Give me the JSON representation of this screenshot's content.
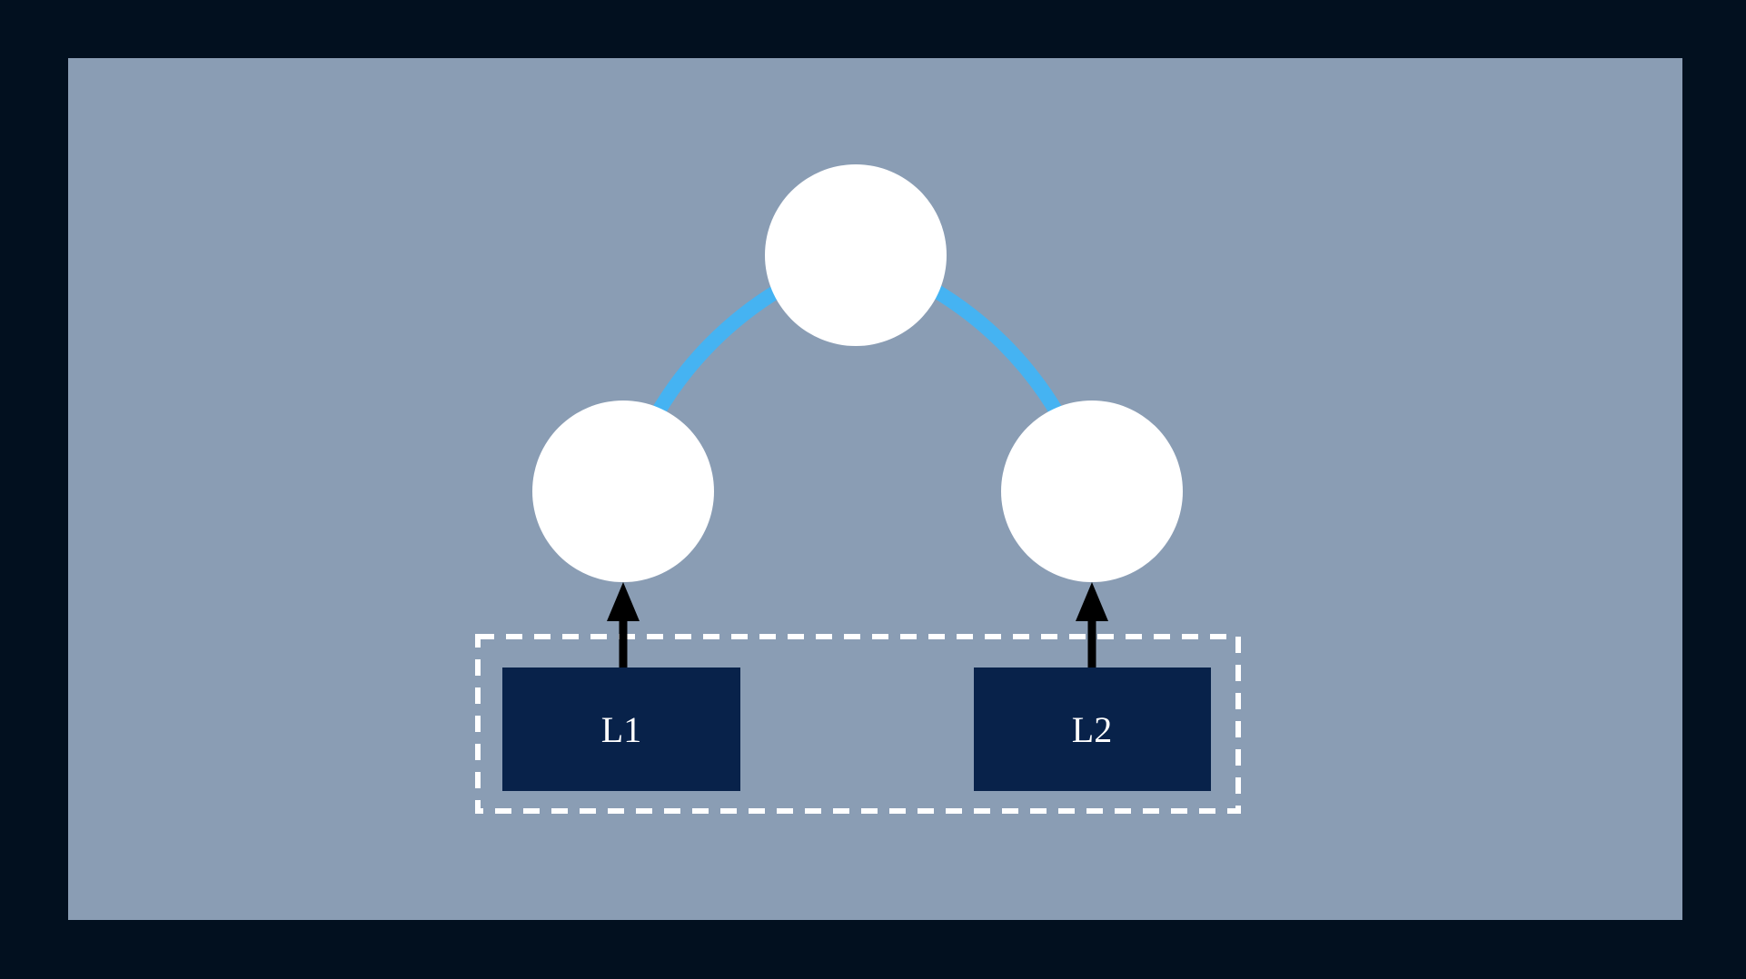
{
  "figure": {
    "type": "node-graph-diagram",
    "colors": {
      "background": "#02101f",
      "panel": "#8a9db4",
      "node_fill": "#ffffff",
      "edge": "#45b3f2",
      "box_fill": "#08224a",
      "arrow": "#000000",
      "dashed_border": "#ffffff",
      "label_text": "#ffffff"
    },
    "boxes": {
      "l1": "L1",
      "l2": "L2"
    }
  }
}
